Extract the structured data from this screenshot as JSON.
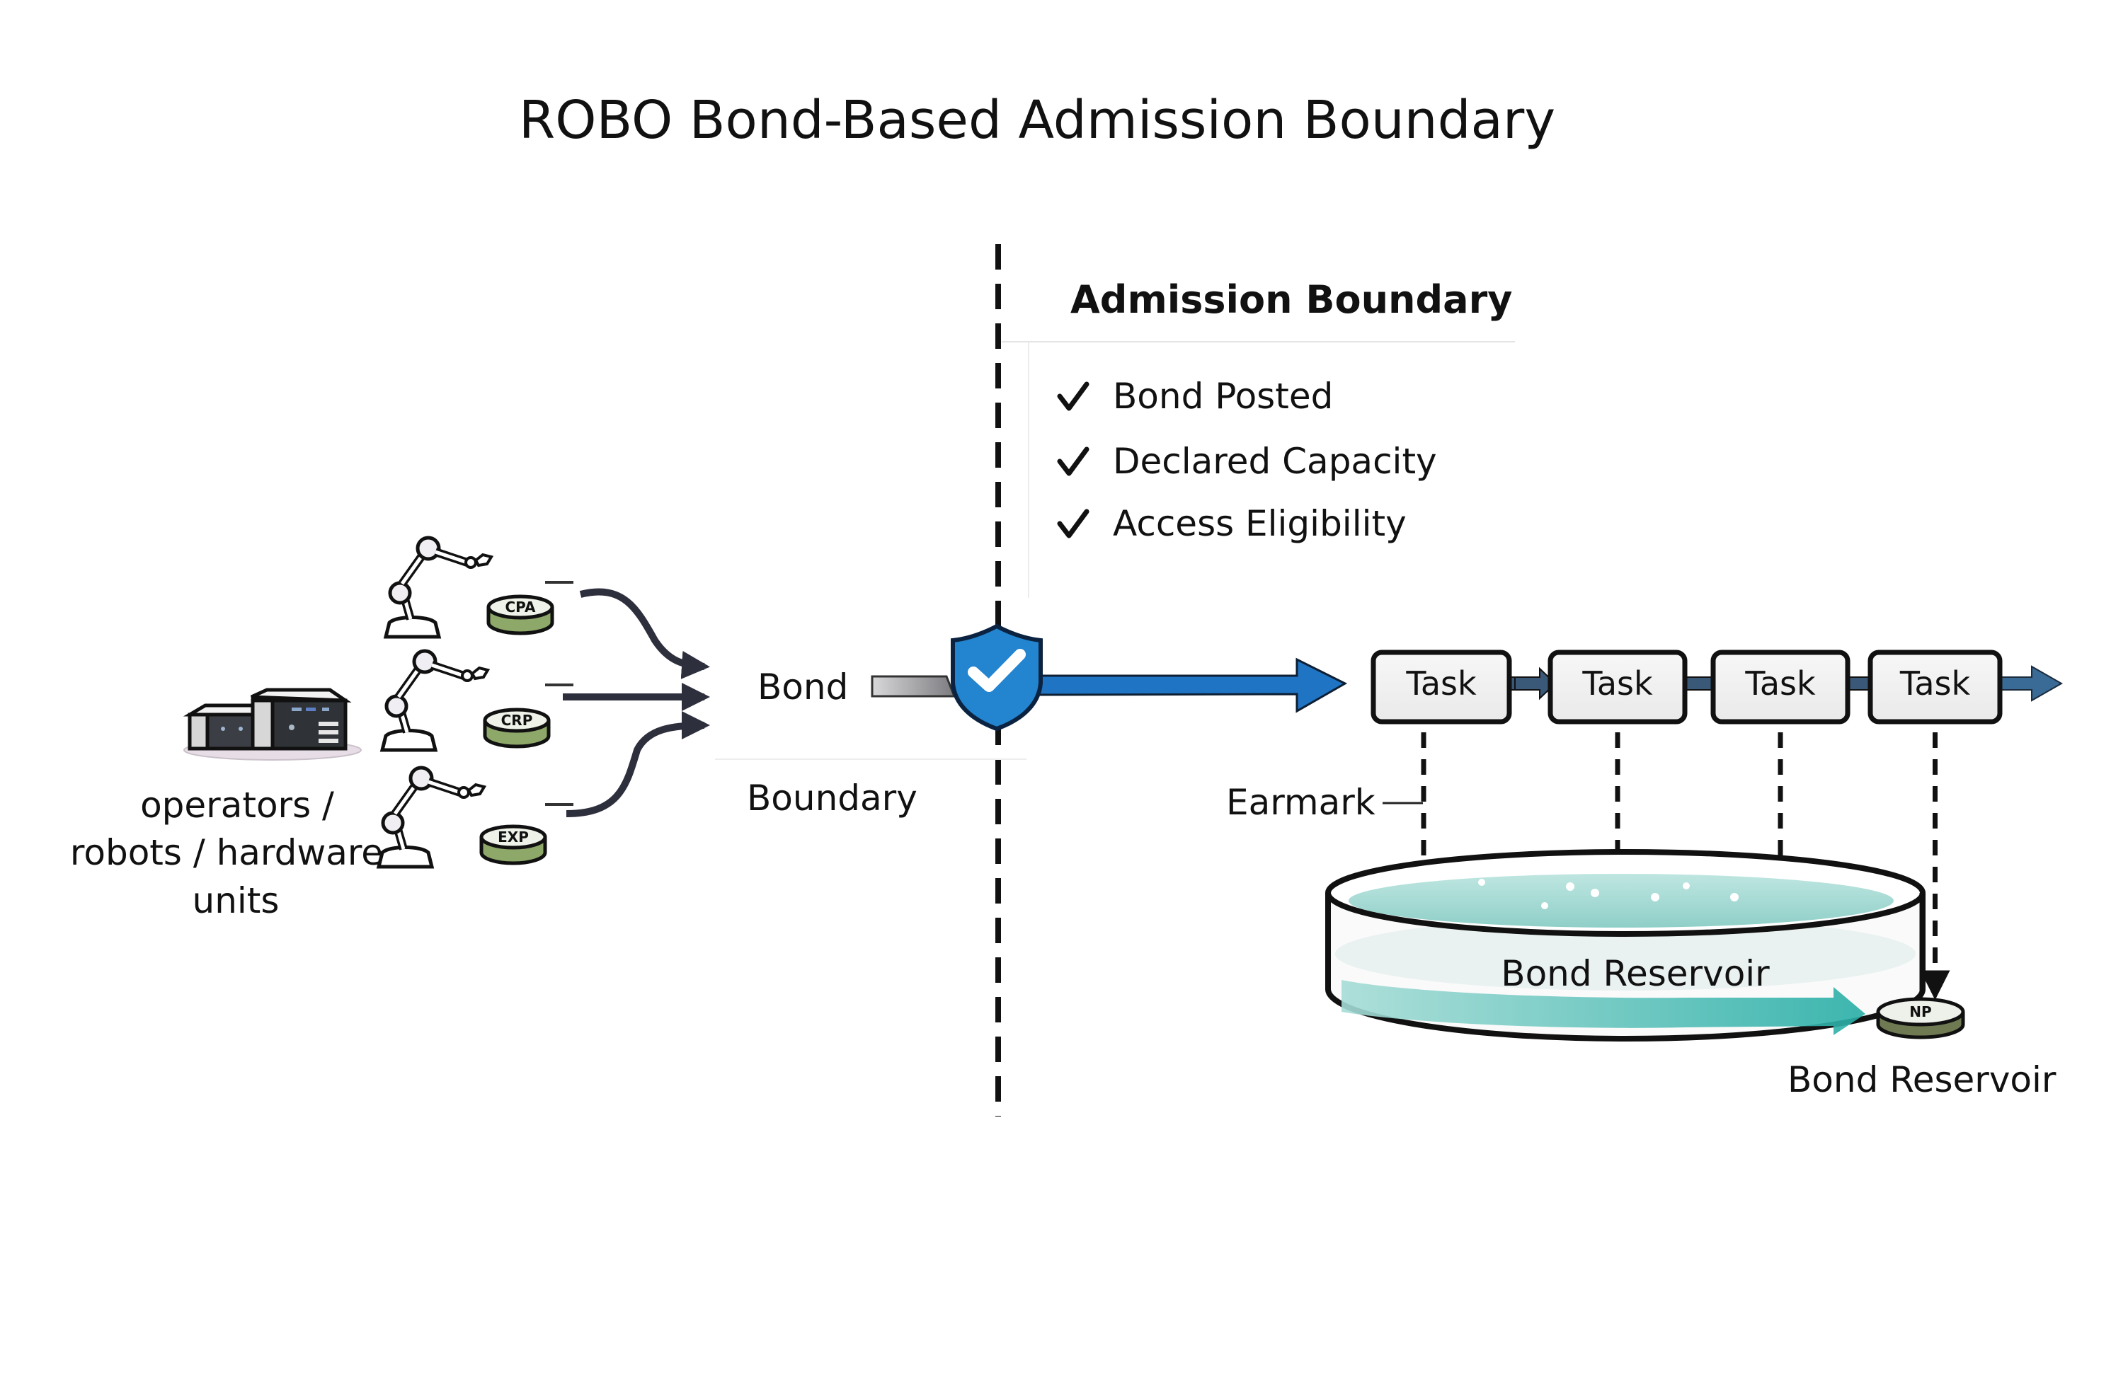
{
  "title": "ROBO Bond-Based Admission Boundary",
  "colors": {
    "accent_blue": "#1f74c4",
    "shield_blue": "#2384d0",
    "task_arrow": "#3a5877",
    "reservoir_fluid": "#9fd6d0",
    "reservoir_flow": "#3db7b0",
    "coin_green": "#8ea86a",
    "bond_bar_gray": "#9a9a9c"
  },
  "left": {
    "actors_label_lines": [
      "operators /",
      "robots / hardware",
      "units"
    ],
    "actors": [
      {
        "icon": "robot-arm-icon",
        "coin_label": "CPA"
      },
      {
        "icon": "robot-arm-icon",
        "coin_label": "CRP"
      },
      {
        "icon": "robot-arm-icon",
        "coin_label": "EXP"
      }
    ],
    "hardware_icon": "server-hardware-icon"
  },
  "middle": {
    "bond_label": "Bond",
    "boundary_label": "Boundary",
    "shield_icon": "shield-check-icon"
  },
  "admission": {
    "heading": "Admission Boundary",
    "checks": [
      "Bond Posted",
      "Declared Capacity",
      "Access Eligibility"
    ],
    "check_icon": "checkmark-icon"
  },
  "tasks": {
    "items": [
      "Task",
      "Task",
      "Task",
      "Task"
    ],
    "earmark_label": "Earmark"
  },
  "reservoir": {
    "inner_label": "Bond Reservoir",
    "coin_label": "NP",
    "outer_label": "Bond Reservoir"
  }
}
